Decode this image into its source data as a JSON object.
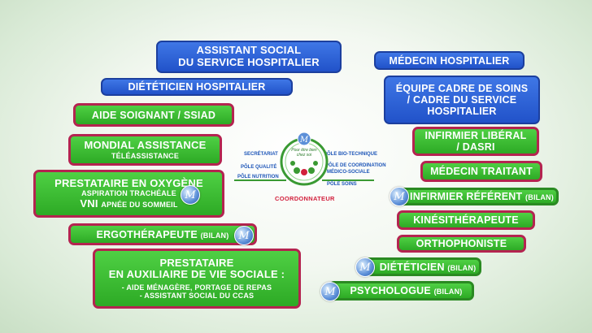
{
  "left": {
    "assistant_social": [
      "ASSISTANT SOCIAL",
      "DU SERVICE HOSPITALIER"
    ],
    "dieteticien_hospitalier": "DIÉTÉTICIEN HOSPITALIER",
    "aide_soignant": "AIDE SOIGNANT / SSIAD",
    "mondial_title": "MONDIAL ASSISTANCE",
    "mondial_sub": "TÉLÉASSISTANCE",
    "oxygene_title": "PRESTATAIRE EN OXYGÈNE",
    "oxygene_sub": "ASPIRATION TRACHÉALE",
    "oxygene_vni": "VNI",
    "oxygene_vni_sub": "APNÉE DU SOMMEIL",
    "ergo": "ERGOTHÉRAPEUTE",
    "ergo_bilan": "(BILAN)",
    "prestataire_title": [
      "PRESTATAIRE",
      "EN AUXILIAIRE DE VIE SOCIALE :"
    ],
    "prestataire_items": [
      "- AIDE MÉNAGÈRE, PORTAGE DE REPAS",
      "- ASSISTANT SOCIAL DU CCAS"
    ]
  },
  "right": {
    "medecin_hospitalier": "MÉDECIN HOSPITALIER",
    "equipe_cadre": [
      "ÉQUIPE CADRE DE SOINS",
      "/  CADRE DU SERVICE",
      "HOSPITALIER"
    ],
    "infirmier_liberal": [
      "INFIRMIER LIBÉRAL",
      "/ DASRI"
    ],
    "medecin_traitant": "MÉDECIN TRAITANT",
    "infirmier_referent": "INFIRMIER RÉFÉRENT",
    "infirmier_referent_bilan": "(BILAN)",
    "kine": "KINÉSITHÉRAPEUTE",
    "ortho": "ORTHOPHONISTE",
    "dieteticien": "DIÉTÉTICIEN",
    "dieteticien_bilan": "(BILAN)",
    "psychologue": "PSYCHOLOGUE",
    "psychologue_bilan": "(BILAN)"
  },
  "hub": {
    "left_labels": [
      "SECRÉTARIAT",
      "PÔLE QUALITÉ",
      "PÔLE NUTRITION"
    ],
    "right_labels": [
      "PÔLE BIO-TECHNIQUE",
      "PÔLE DE COORDINATION",
      "MÉDICO-SOCIALE",
      "PÔLE SOINS"
    ],
    "center_text": "Pour être bien chez soi",
    "coordonnateur": "COORDONNATEUR",
    "logo_letter": "M"
  },
  "colors": {
    "blue": "#2658d4",
    "green": "#3cc033",
    "border_red": "#b42450",
    "coord_red": "#d21f3c"
  }
}
